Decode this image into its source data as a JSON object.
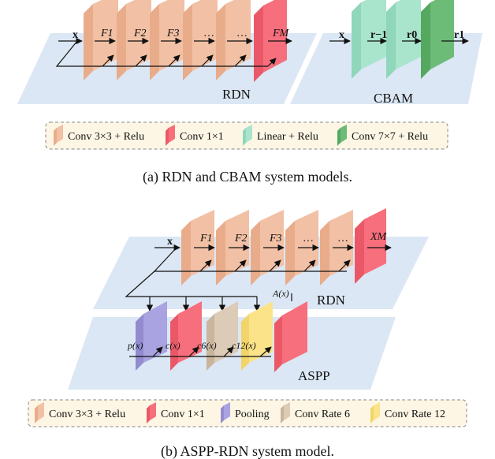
{
  "colors": {
    "conv3": "#f2c0a4",
    "conv1": "#f76e7c",
    "linear": "#a9e4cd",
    "conv7": "#6cbc78",
    "pooling": "#a9a3e2",
    "rate6": "#dccbb6",
    "rate12": "#fbe38a",
    "plane": "#dbe7f4",
    "legend_bg": "#fdf6e4"
  },
  "top": {
    "rdn": {
      "input": "x",
      "features": [
        "F1",
        "F2",
        "F3",
        "…",
        "…"
      ],
      "output": "FM",
      "label": "RDN"
    },
    "cbam": {
      "input": "x",
      "outputs": [
        "r−1",
        "r0",
        "r1"
      ],
      "label": "CBAM"
    },
    "legend": [
      {
        "text": "Conv 3×3 + Relu",
        "color": "#f2c0a4"
      },
      {
        "text": "Conv 1×1",
        "color": "#f76e7c"
      },
      {
        "text": "Linear + Relu",
        "color": "#a9e4cd"
      },
      {
        "text": "Conv 7×7 + Relu",
        "color": "#6cbc78"
      }
    ],
    "caption": "(a) RDN and CBAM system models."
  },
  "bottom": {
    "rdn": {
      "input": "x",
      "features": [
        "F1",
        "F2",
        "F3",
        "…",
        "…"
      ],
      "output": "XM",
      "label": "RDN",
      "ax": "A(x)"
    },
    "aspp": {
      "branches": [
        "p(x)",
        "c(x)",
        "c6(x)",
        "c12(x)"
      ],
      "label": "ASPP"
    },
    "legend": [
      {
        "text": "Conv 3×3 + Relu",
        "color": "#f2c0a4"
      },
      {
        "text": "Conv 1×1",
        "color": "#f76e7c"
      },
      {
        "text": "Pooling",
        "color": "#a9a3e2"
      },
      {
        "text": "Conv Rate 6",
        "color": "#dccbb6"
      },
      {
        "text": "Conv Rate 12",
        "color": "#fbe38a"
      }
    ],
    "caption": "(b) ASPP-RDN system model."
  }
}
